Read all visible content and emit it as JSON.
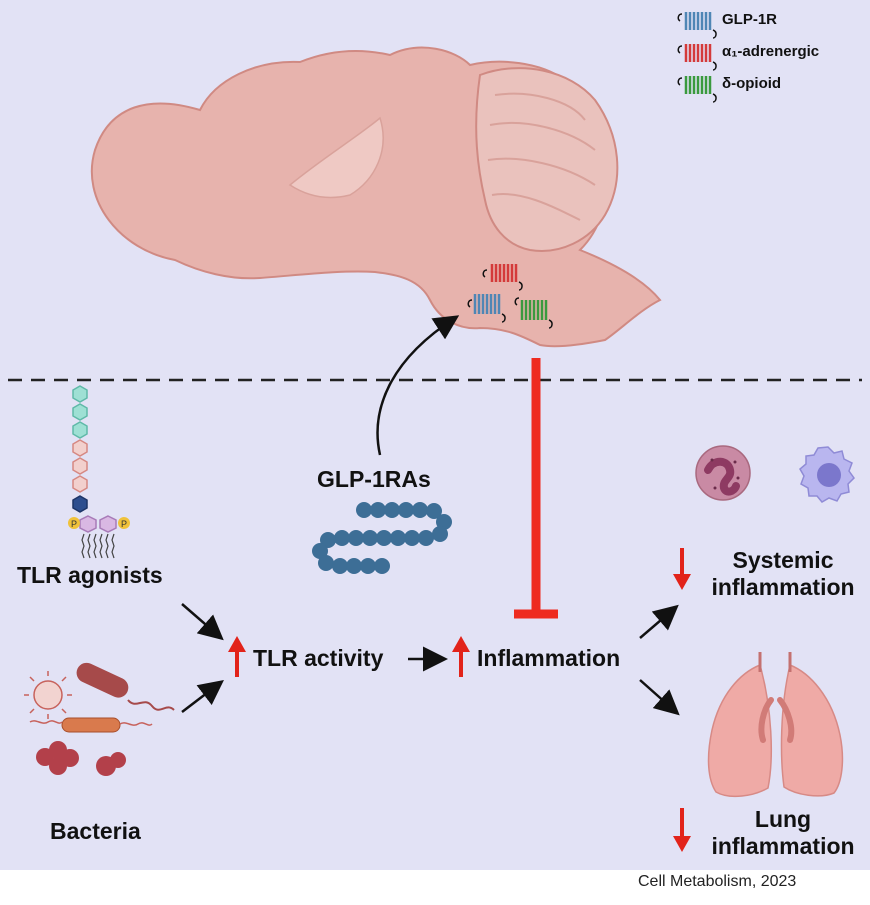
{
  "legend": {
    "glp1r": "GLP-1R",
    "alpha1": "α₁-adrenergic",
    "delta": "δ-opioid"
  },
  "labels": {
    "glp1ras": "GLP-1RAs",
    "tlr_agonists": "TLR agonists",
    "bacteria": "Bacteria",
    "tlr_activity": "TLR activity",
    "inflammation": "Inflammation",
    "systemic_line1": "Systemic",
    "systemic_line2": "inflammation",
    "lung_line1": "Lung",
    "lung_line2": "inflammation"
  },
  "credit": "Cell Metabolism, 2023",
  "colors": {
    "background": "#e2e2f5",
    "brain": "#e7b3ad",
    "brain_outline": "#d08a83",
    "glp1r": "#4f86b5",
    "alpha1": "#d43a3a",
    "delta": "#3a9a3e",
    "inhibit": "#ee2b1f",
    "up_down_arrow": "#e2231a",
    "peptide": "#3d6e96"
  }
}
